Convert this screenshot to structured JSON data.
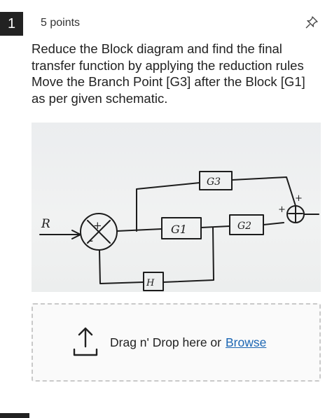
{
  "question": {
    "number": "1",
    "points": "5 points",
    "text_lines": [
      "Reduce the Block diagram and find the final",
      "transfer function by applying the reduction rules",
      "Move the Branch Point [G3] after the Block [G1]",
      "as per given schematic."
    ]
  },
  "diagram": {
    "labels": {
      "input": "R",
      "g1": "G1",
      "g2": "G2",
      "g3": "G3",
      "h": "H",
      "sum1_plus": "+",
      "sum1_minus": "-",
      "sum2_plus_top": "+",
      "sum2_plus_left": "+"
    }
  },
  "upload": {
    "drop_text": "Drag n' Drop here or",
    "browse_label": "Browse"
  },
  "icons": {
    "pin": "pin-icon",
    "upload": "upload-icon"
  },
  "colors": {
    "question_badge": "#222222",
    "link": "#1b66b3",
    "dropzone_border": "#c9c9c9"
  }
}
